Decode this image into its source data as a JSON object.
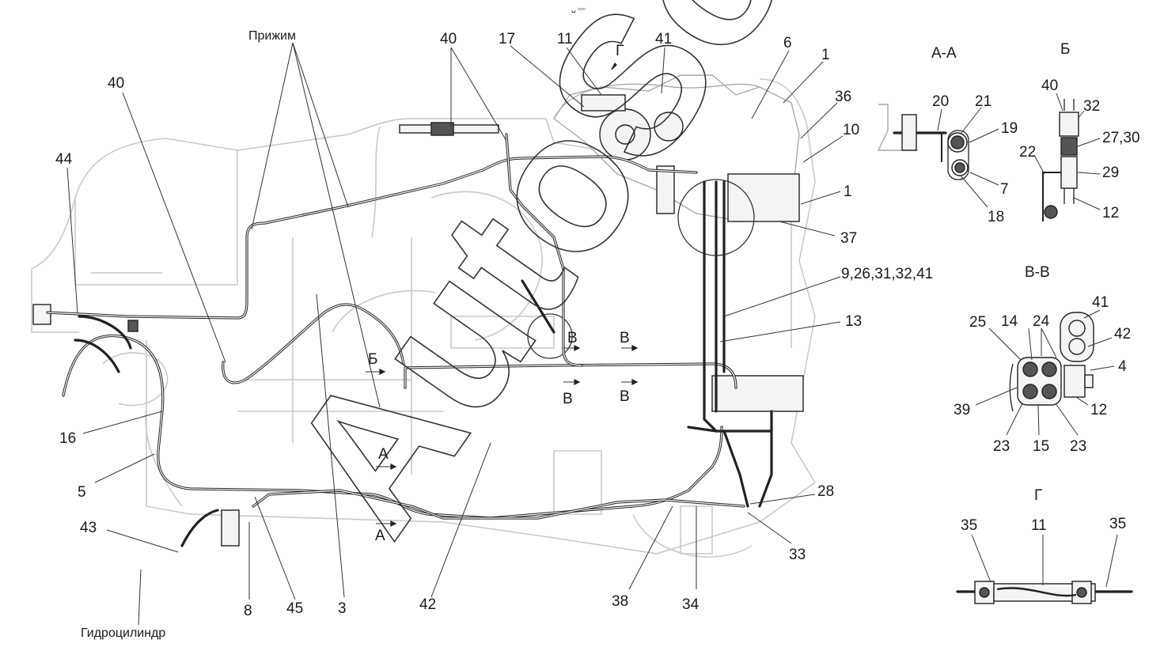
{
  "top_mark": "␣ ▫▫▫",
  "watermark": "AutoSoft",
  "words": {
    "clamp": "Прижим",
    "hydro_cylinder": "Гидроцилиндр"
  },
  "main_labels": {
    "l40a": "40",
    "l44": "44",
    "l40b": "40",
    "l17": "17",
    "l11": "11",
    "lG": "Г",
    "l41": "41",
    "l6": "6",
    "l1a": "1",
    "l36": "36",
    "l10": "10",
    "l1b": "1",
    "l37": "37",
    "l9group": "9,26,31,32,41",
    "l13": "13",
    "l16": "16",
    "l5": "5",
    "l43": "43",
    "l8": "8",
    "l45": "45",
    "l3": "3",
    "l42": "42",
    "l38": "38",
    "l34": "34",
    "l33": "33",
    "l28": "28"
  },
  "section_marks": {
    "A_top": "А",
    "A_bot": "А",
    "B_left": "Б",
    "V1_top": "В",
    "V1_bot": "В",
    "V2_top": "В",
    "V2_bot": "В"
  },
  "view_AA": {
    "title": "А-А",
    "labels": {
      "l20": "20",
      "l21": "21",
      "l19": "19",
      "l7": "7",
      "l18": "18"
    }
  },
  "view_B": {
    "title": "Б",
    "labels": {
      "l40": "40",
      "l32": "32",
      "l2730": "27,30",
      "l22": "22",
      "l29": "29",
      "l12": "12"
    }
  },
  "view_VV": {
    "title": "В-В",
    "labels": {
      "l41": "41",
      "l42": "42",
      "l4": "4",
      "l25": "25",
      "l14": "14",
      "l24": "24",
      "l39": "39",
      "l12": "12",
      "l23a": "23",
      "l15": "15",
      "l23b": "23"
    }
  },
  "view_G": {
    "title": "Г",
    "labels": {
      "l35a": "35",
      "l11": "11",
      "l35b": "35"
    }
  }
}
